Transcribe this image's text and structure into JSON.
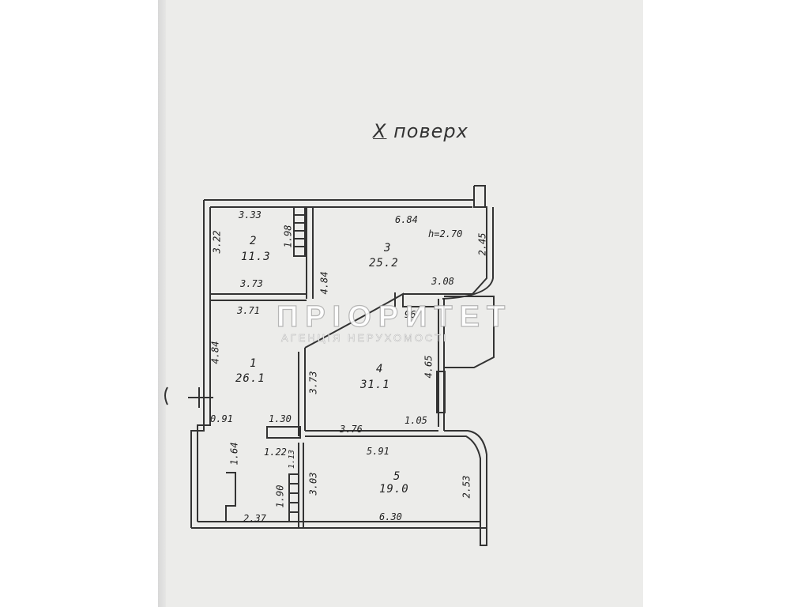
{
  "floor_label": {
    "roman": "X",
    "word": "поверх"
  },
  "watermark": {
    "brand": "ПРІОРИТЕТ",
    "subtitle": "АГЕНЦІЯ НЕРУХОМОСТІ"
  },
  "ceiling_height": "h=2.70",
  "rooms": {
    "r1": {
      "number": "1",
      "area": "26.1"
    },
    "r2": {
      "number": "2",
      "area": "11.3"
    },
    "r3": {
      "number": "3",
      "area": "25.2"
    },
    "r4": {
      "number": "4",
      "area": "31.1"
    },
    "r5": {
      "number": "5",
      "area": "19.0"
    }
  },
  "dimensions": {
    "d333": "3.33",
    "d322": "3.22",
    "d198": "1.98",
    "d373a": "3.73",
    "d684": "6.84",
    "d245": "2.45",
    "d308": "3.08",
    "d484a": "4.84",
    "d371": "3.71",
    "d96": "96",
    "d484b": "4.84",
    "d373b": "3.73",
    "d465": "4.65",
    "d091": "0.91",
    "d130": "1.30",
    "d376": "3.76",
    "d105": "1.05",
    "d164": "1.64",
    "d122": "1.22",
    "d113": "1.13",
    "d591": "5.91",
    "d303": "3.03",
    "d253": "2.53",
    "d190": "1.90",
    "d237": "2.37",
    "d630": "6.30"
  }
}
